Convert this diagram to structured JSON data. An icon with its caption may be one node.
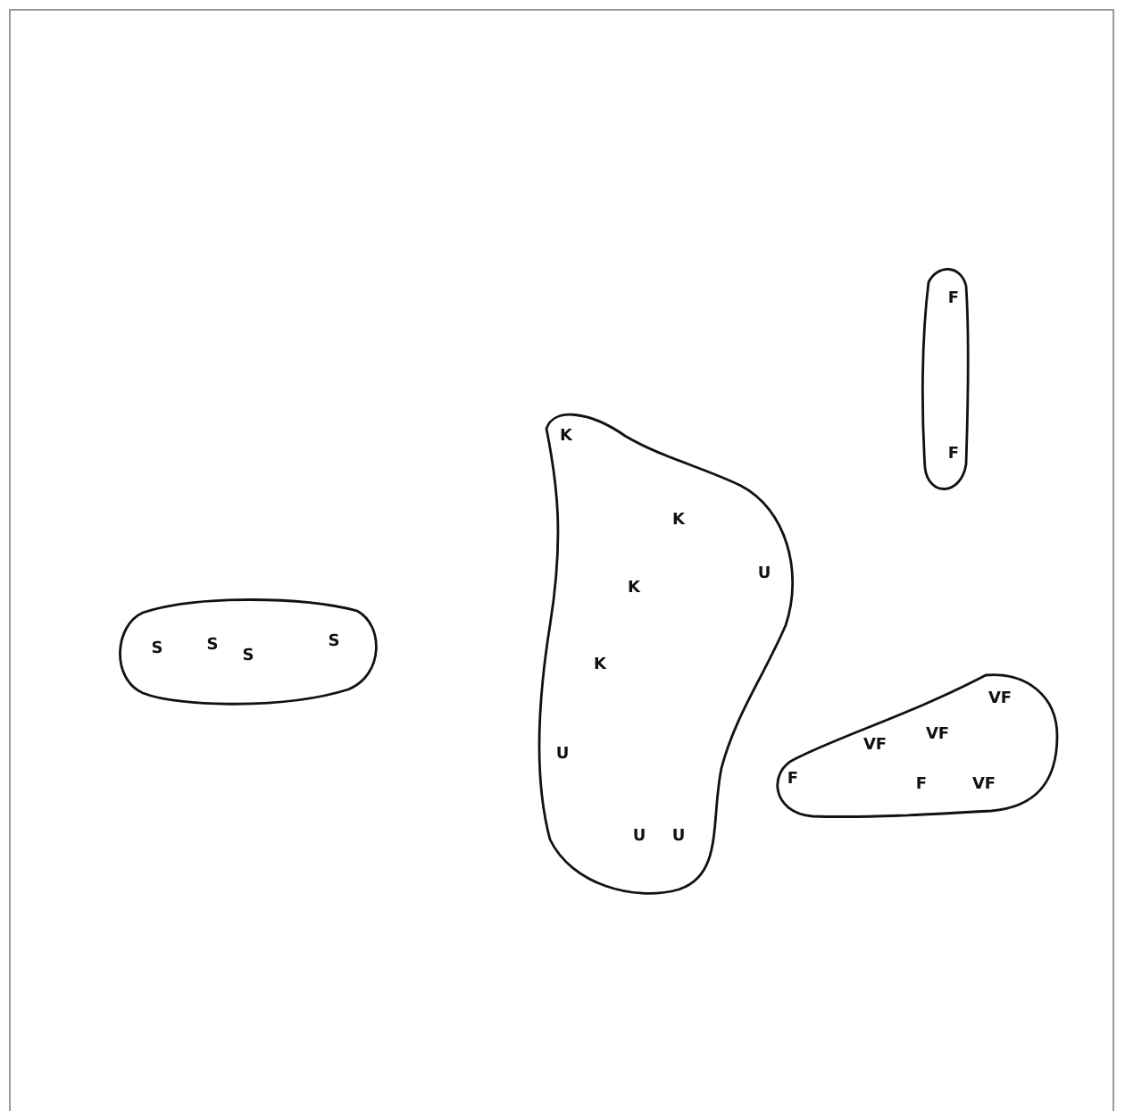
{
  "diagram": {
    "nodes": [
      {
        "text": [
          "F",
          "F"
        ]
      },
      {
        "text": [
          "K",
          "K",
          "U",
          "K",
          "K",
          "U",
          "U",
          "U"
        ]
      },
      {
        "text": [
          "S",
          "S",
          "S",
          "S"
        ]
      },
      {
        "text": [
          "VF",
          "VF",
          "VF",
          "F",
          "F",
          "VF"
        ]
      }
    ]
  }
}
